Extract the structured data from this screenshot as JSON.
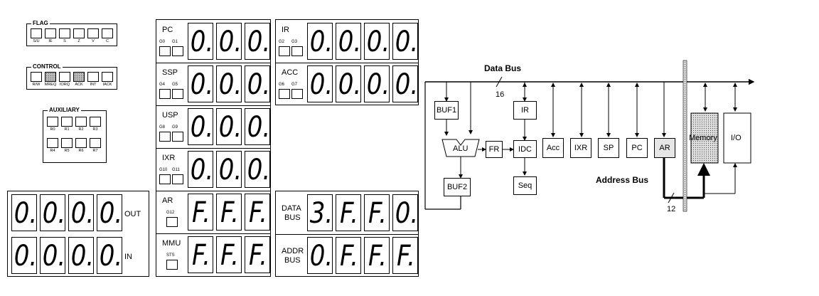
{
  "flag": {
    "title": "FLAG",
    "leds": [
      {
        "label": "S/U",
        "on": false
      },
      {
        "label": "IE",
        "on": false
      },
      {
        "label": "S",
        "on": false
      },
      {
        "label": "Z",
        "on": false
      },
      {
        "label": "V",
        "on": false
      },
      {
        "label": "C",
        "on": false
      }
    ]
  },
  "control": {
    "title": "CONTROL",
    "leds": [
      {
        "label": "R/W",
        "on": false
      },
      {
        "label": "MREQ",
        "on": true
      },
      {
        "label": "IORQ",
        "on": false
      },
      {
        "label": "ACK",
        "on": true
      },
      {
        "label": "INT",
        "on": false
      },
      {
        "label": "IACK",
        "on": false
      }
    ]
  },
  "auxiliary": {
    "title": "AUXILIARY",
    "leds": [
      {
        "label": "R0",
        "on": false
      },
      {
        "label": "R1",
        "on": false
      },
      {
        "label": "R2",
        "on": false
      },
      {
        "label": "R3",
        "on": false
      },
      {
        "label": "R4",
        "on": false
      },
      {
        "label": "R5",
        "on": false
      },
      {
        "label": "R6",
        "on": false
      },
      {
        "label": "R7",
        "on": false
      }
    ]
  },
  "io": [
    {
      "name": "OUT",
      "digits": [
        "0.",
        "0.",
        "0.",
        "0."
      ]
    },
    {
      "name": "IN",
      "digits": [
        "0.",
        "0.",
        "0.",
        "0."
      ]
    }
  ],
  "registers_left": [
    {
      "name": "PC",
      "gates": [
        "G0",
        "G1"
      ],
      "digits": [
        "0.",
        "0.",
        "0."
      ]
    },
    {
      "name": "SSP",
      "gates": [
        "G4",
        "G5"
      ],
      "digits": [
        "0.",
        "0.",
        "0."
      ]
    },
    {
      "name": "USP",
      "gates": [
        "G8",
        "G9"
      ],
      "digits": [
        "0.",
        "0.",
        "0."
      ]
    },
    {
      "name": "IXR",
      "gates": [
        "G10",
        "G11"
      ],
      "digits": [
        "0.",
        "0.",
        "0."
      ]
    },
    {
      "name": "AR",
      "gates": [
        "G12"
      ],
      "digits": [
        "F.",
        "F.",
        "F."
      ]
    },
    {
      "name": "MMU",
      "gates": [
        "STS"
      ],
      "digits": [
        "F.",
        "F.",
        "F."
      ]
    }
  ],
  "registers_right": [
    {
      "name": "IR",
      "gates": [
        "G2",
        "G3"
      ],
      "digits": [
        "0.",
        "0.",
        "0.",
        "0."
      ]
    },
    {
      "name": "ACC",
      "gates": [
        "G6",
        "G7"
      ],
      "digits": [
        "0.",
        "0.",
        "0.",
        "0."
      ]
    }
  ],
  "buses": [
    {
      "name1": "DATA",
      "name2": "BUS",
      "digits": [
        "3.",
        "F.",
        "F.",
        "0."
      ]
    },
    {
      "name1": "ADDR",
      "name2": "BUS",
      "digits": [
        "0.",
        "F.",
        "F.",
        "F."
      ]
    }
  ],
  "diagram": {
    "data_bus_label": "Data Bus",
    "data_bus_width": "16",
    "address_bus_label": "Address Bus",
    "address_bus_width": "12",
    "blocks": {
      "buf1": "BUF1",
      "buf2": "BUF2",
      "alu": "ALU",
      "fr": "FR",
      "ir": "IR",
      "idc": "IDC",
      "seq": "Seq",
      "acc": "Acc",
      "ixr": "IXR",
      "sp": "SP",
      "pc": "PC",
      "ar": "AR",
      "memory": "Memory",
      "io": "I/O"
    }
  }
}
